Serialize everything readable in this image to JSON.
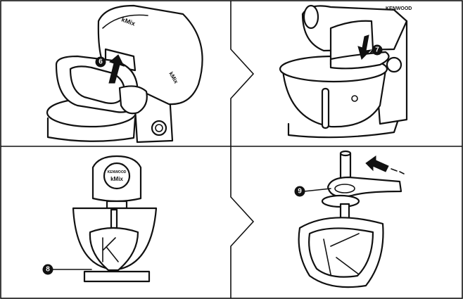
{
  "panels": [
    {
      "id": "panel-1",
      "step": "6",
      "label": "6"
    },
    {
      "id": "panel-2",
      "step": "7",
      "label": "7"
    },
    {
      "id": "panel-3",
      "step": "8",
      "label": "8"
    },
    {
      "id": "panel-4",
      "step": "9",
      "label": "9"
    }
  ],
  "brand": {
    "name": "KENWOOD",
    "model": "kMix"
  },
  "colors": {
    "ink": "#111111",
    "paper": "#ffffff"
  }
}
